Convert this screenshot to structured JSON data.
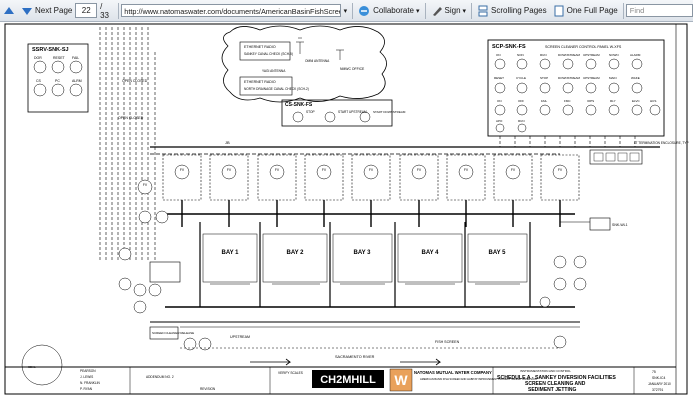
{
  "toolbar": {
    "next_page_label": "Next Page",
    "current_page": "22",
    "total_pages": "/ 33",
    "url": "http://www.natomaswater.com/documents/AmericanBasinFishScreenAddendumNo.2.02-11-10.pdf",
    "collaborate_label": "Collaborate",
    "sign_label": "Sign",
    "scrolling_pages_label": "Scrolling Pages",
    "one_full_page_label": "One Full Page",
    "find_placeholder": "Find"
  },
  "drawing": {
    "left_panel_title": "SSRV-SNK-SJ",
    "left_panel_row1": [
      "DOR",
      "RESET",
      "FAIL"
    ],
    "left_panel_row2": [
      "CS",
      "PC",
      "ALRM"
    ],
    "ethernet_radio_1": "ETHERNET RADIO",
    "canal_check_1": "SANKEY CANAL CHECK (SCH-5)",
    "ethernet_radio_2": "ETHERNET RADIO",
    "canal_check_2": "NORTH DRAINAGE CANAL CHECK (SCH-2)",
    "yagi_antenna": "YAGI ANTENNA",
    "omni_antenna": "OMNI ANTENNA",
    "nmwc_office": "NMWC OFFICE",
    "cs_panel_title": "CS-SNK-FS",
    "cs_stop": "STOP",
    "cs_start_upstream": "START UPSTREAM",
    "cs_start_downstream": "START DOWNSTREAM",
    "scp_title": "SCP-SNK-FS",
    "scp_subtitle": "SCREEN CLEANER CONTROL PANEL W-XFS",
    "scp_row1": [
      "ON",
      "NON",
      "RUN",
      "DOWNSTREAM",
      "UPSTREAM",
      "NOWN",
      "ALARM"
    ],
    "scp_row2": [
      "RESET",
      "CYCLE",
      "STOP",
      "DOWNSTREAM",
      "UPSTREAM",
      "MAIN",
      "WAKE"
    ],
    "scp_row3": [
      "ON",
      "OFF",
      "FAIL",
      "FMC",
      "IOPS",
      "RLY",
      "ELVC",
      "HCS"
    ],
    "scp_row4": [
      "APO",
      "RUN"
    ],
    "jb_label": "JB",
    "fv_labels": [
      "FV",
      "FV",
      "FV",
      "FV",
      "FV",
      "FV",
      "FV",
      "FV",
      "FV",
      "FV"
    ],
    "bay_labels": [
      "BAY 1",
      "BAY 2",
      "BAY 3",
      "BAY 4",
      "BAY 5"
    ],
    "termination_label": "LT TERMINATION ENCLOSURE, TYP",
    "upstream_label": "UPSTREAM",
    "fish_screen_label": "FISH SCREEN",
    "sacramento_river": "SACRAMENTO RIVER",
    "screen_cleaner_label": "SCREEN CLEANER RELEASE",
    "open_closed_1": "OPEN CLOSED",
    "open_closed_2": "OPEN CLOSED",
    "gate_label": "SNK-WL1",
    "title_block": {
      "firm": "CH2MHILL",
      "client": "NATOMAS MUTUAL WATER COMPANY",
      "client_sub": "AMERICAN BASIN FISH SCREEN AND HABITAT IMPROVEMENT PROJECT SANKEY DIVERSION",
      "discipline": "INSTRUMENTATION AND CONTROL",
      "schedule_line1": "SCHEDULE A - SANKEY DIVERSION FACILITIES",
      "schedule_line2": "SCREEN CLEANING AND",
      "schedule_line3": "SEDIMENT JETTING",
      "sheet": "75",
      "dwg": "SNK-IC4",
      "date": "JANUARY 2010",
      "proj": "372791",
      "revision": "REVISION",
      "addendum": "ADDENDUM NO. 2",
      "verify_scales": "VERIFY SCALES",
      "designers": [
        "PEARSON",
        "J. LEWIS",
        "N. FRANKLIN",
        "P. RYAN"
      ]
    }
  }
}
